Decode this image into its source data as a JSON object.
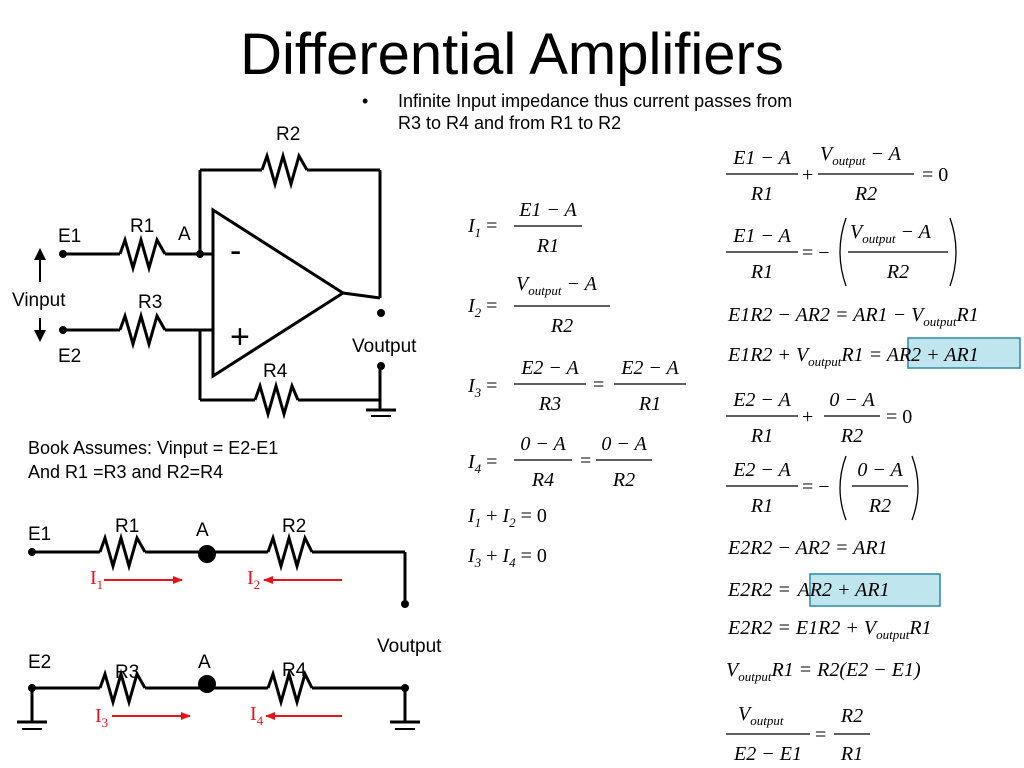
{
  "title": "Differential Amplifiers",
  "bullet": {
    "symbol": "•",
    "text_line1": "Infinite Input impedance thus current passes from",
    "text_line2": "R3 to R4 and from R1 to R2"
  },
  "assumption": {
    "line1": "Book Assumes: Vinput = E2-E1",
    "line2": "And R1 =R3 and R2=R4"
  },
  "circuit_labels": {
    "r1": "R1",
    "r2": "R2",
    "r3": "R3",
    "r4": "R4",
    "e1": "E1",
    "e2": "E2",
    "a": "A",
    "vinput": "Vinput",
    "voutput": "Voutput",
    "minus": "-",
    "plus": "+"
  },
  "current_labels": {
    "i1": "I",
    "i1_sub": "1",
    "i2": "I",
    "i2_sub": "2",
    "i3": "I",
    "i3_sub": "3",
    "i4": "I",
    "i4_sub": "4"
  },
  "colors": {
    "current_arrow": "#e8141c",
    "highlight_fill": "#bfe6ee",
    "highlight_border": "#2a8ba0"
  },
  "current_equations": {
    "i1": {
      "lhs": "I",
      "lhs_sub": "1",
      "num": "E1 − A",
      "den": "R1"
    },
    "i2": {
      "lhs": "I",
      "lhs_sub": "2",
      "num_v": "V",
      "num_sub": "output",
      "num_rest": " − A",
      "den": "R2"
    },
    "i3": {
      "lhs": "I",
      "lhs_sub": "3",
      "num1": "E2 − A",
      "den1": "R3",
      "num2": "E2 − A",
      "den2": "R1"
    },
    "i4": {
      "lhs": "I",
      "lhs_sub": "4",
      "num1": "0 − A",
      "den1": "R4",
      "num2": "0 − A",
      "den2": "R2"
    },
    "sum12": {
      "a": "I",
      "a_sub": "1",
      "b": "I",
      "b_sub": "2",
      "rest": " = 0"
    },
    "sum34": {
      "a": "I",
      "a_sub": "3",
      "b": "I",
      "b_sub": "4",
      "rest": " = 0"
    }
  },
  "derivation": {
    "eq1": {
      "num1": "E1 − A",
      "den1": "R1",
      "v": "V",
      "v_sub": "output",
      "num2_rest": " − A",
      "den2": "R2",
      "rhs": "= 0"
    },
    "eq2": {
      "num1": "E1 − A",
      "den1": "R1",
      "v": "V",
      "v_sub": "output",
      "num2_rest": " − A",
      "den2": "R2"
    },
    "eq3": {
      "left": "E1R2 − AR2 = AR1 − ",
      "v": "V",
      "v_sub": "output",
      "right": "R1"
    },
    "eq4": {
      "left": "E1R2 + ",
      "v": "V",
      "v_sub": "output",
      "mid": "R1 = ",
      "boxed": "AR2 + AR1"
    },
    "eq5": {
      "num1": "E2 − A",
      "den1": "R1",
      "num2": "0 − A",
      "den2": "R2",
      "rhs": "= 0"
    },
    "eq6": {
      "num1": "E2 − A",
      "den1": "R1",
      "num2": "0 − A",
      "den2": "R2"
    },
    "eq7": {
      "text": "E2R2 − AR2 = AR1"
    },
    "eq8": {
      "left": "E2R2 = ",
      "boxed": "AR2 + AR1"
    },
    "eq9": {
      "left": "E2R2 = E1R2 + ",
      "v": "V",
      "v_sub": "output",
      "right": "R1"
    },
    "eq10": {
      "v": "V",
      "v_sub": "output",
      "right": "R1 = R2(E2 − E1)"
    },
    "eq11": {
      "v": "V",
      "v_sub": "output",
      "den1": "E2 − E1",
      "num2": "R2",
      "den2": "R1"
    }
  }
}
